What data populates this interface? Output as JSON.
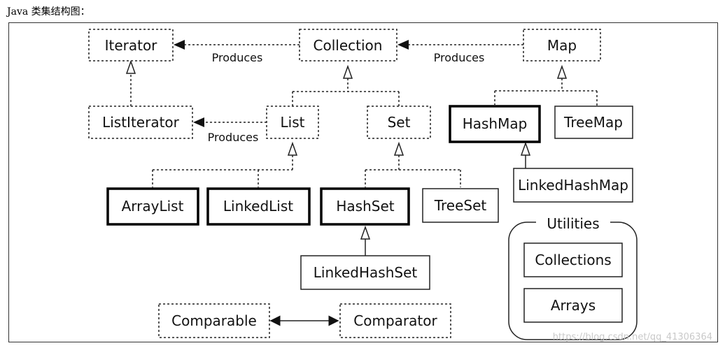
{
  "caption": "Java 类集结构图：",
  "nodes": {
    "iterator": "Iterator",
    "collection": "Collection",
    "map": "Map",
    "list_iterator": "ListIterator",
    "list": "List",
    "set": "Set",
    "hashmap": "HashMap",
    "treemap": "TreeMap",
    "linkedhashmap": "LinkedHashMap",
    "arraylist": "ArrayList",
    "linkedlist": "LinkedList",
    "hashset": "HashSet",
    "treeset": "TreeSet",
    "linkedhashset": "LinkedHashSet",
    "comparable": "Comparable",
    "comparator": "Comparator",
    "collections": "Collections",
    "arrays": "Arrays"
  },
  "labels": {
    "produces_1": "Produces",
    "produces_2": "Produces",
    "produces_3": "Produces",
    "utilities": "Utilities"
  },
  "watermark": "https://blog.csdn.net/qq_41306364"
}
